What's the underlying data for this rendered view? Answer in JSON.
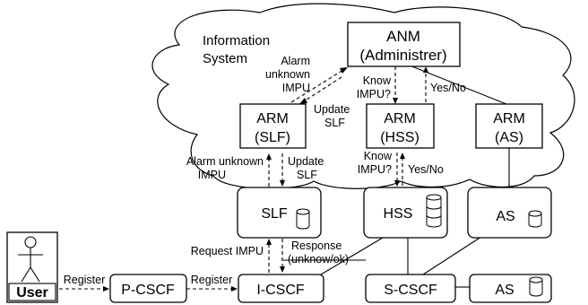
{
  "cloud": {
    "label_line1": "Information",
    "label_line2": "System"
  },
  "nodes": {
    "anm": {
      "line1": "ANM",
      "line2": "(Administrer)"
    },
    "arm_slf": {
      "line1": "ARM",
      "line2": "(SLF)"
    },
    "arm_hss": {
      "line1": "ARM",
      "line2": "(HSS)"
    },
    "arm_as": {
      "line1": "ARM",
      "line2": "(AS)"
    },
    "slf": {
      "label": "SLF"
    },
    "hss": {
      "label": "HSS"
    },
    "as_top": {
      "label": "AS"
    },
    "as_bottom": {
      "label": "AS"
    },
    "user": {
      "label": "User"
    },
    "pcscf": {
      "label": "P-CSCF"
    },
    "icscf": {
      "label": "I-CSCF"
    },
    "scscf": {
      "label": "S-CSCF"
    }
  },
  "edge_labels": {
    "alarm_unknown_impu_top": [
      "Alarm",
      "unknown",
      "IMPU"
    ],
    "update_slf_top": [
      "Update",
      "SLF"
    ],
    "know_impu_top": [
      "Know",
      "IMPU?"
    ],
    "yes_no_top": "Yes/No",
    "alarm_unknown_impu_mid": [
      "Alarm unknown",
      "IMPU"
    ],
    "update_slf_mid": [
      "Update",
      "SLF"
    ],
    "know_impu_mid": [
      "Know",
      "IMPU?"
    ],
    "yes_no_mid": "Yes/No",
    "request_impu": "Request IMPU",
    "response": [
      "Response",
      "(unknow/ok)"
    ],
    "register_1": "Register",
    "register_2": "Register"
  }
}
